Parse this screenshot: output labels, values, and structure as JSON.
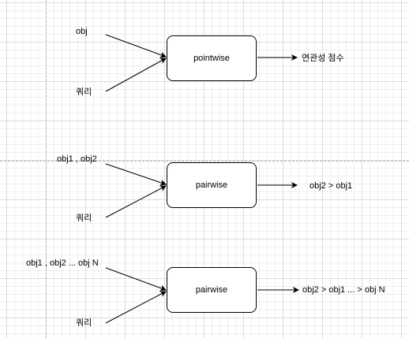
{
  "diagram": {
    "row1": {
      "input_top": "obj",
      "input_bottom": "쿼리",
      "process": "pointwise",
      "output": "연관성 점수"
    },
    "row2": {
      "input_top": "obj1 , obj2",
      "input_bottom": "쿼리",
      "process": "pairwise",
      "output": "obj2 > obj1"
    },
    "row3": {
      "input_top": "obj1 , obj2 ... obj N",
      "input_bottom": "쿼리",
      "process": "pairwise",
      "output": "obj2 > obj1 ... > obj N"
    }
  }
}
